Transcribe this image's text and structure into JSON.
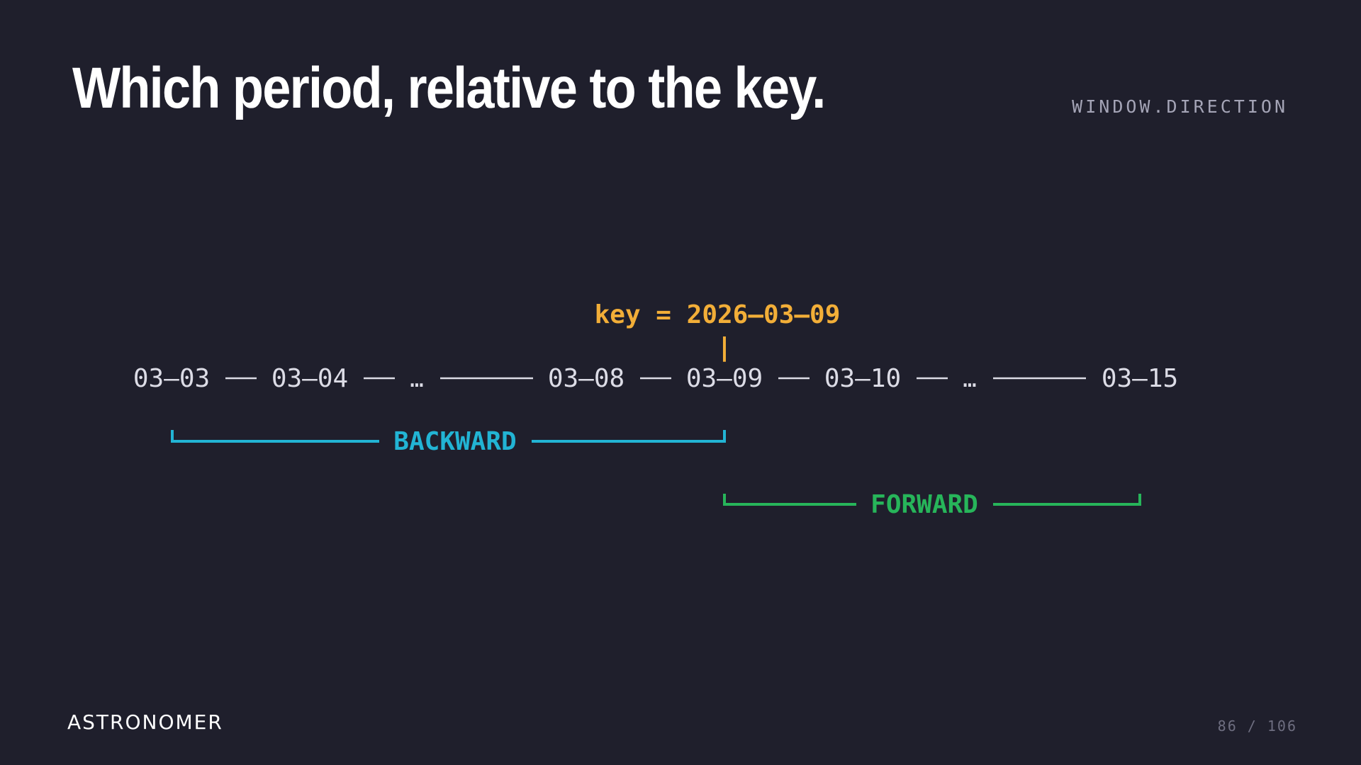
{
  "slide": {
    "title": "Which period, relative to the key.",
    "section_tag": "WINDOW.DIRECTION",
    "logo_text": "ASTRONOMER",
    "page_number": "86 / 106"
  },
  "diagram": {
    "key_label": "key = 2026–03–09",
    "key_marker": "|",
    "dates": {
      "d1": "03–03",
      "d2": "03–04",
      "d3": "03–08",
      "d4": "03–09",
      "d5": "03–10",
      "d6": "03–15"
    },
    "ellipsis": "…",
    "backward_label": "BACKWARD",
    "forward_label": "FORWARD"
  },
  "colors": {
    "background": "#1f1f2c",
    "title": "#ffffff",
    "key": "#f2ae38",
    "backward": "#22b4d4",
    "forward": "#27b55a",
    "dates": "#dcdce6"
  }
}
